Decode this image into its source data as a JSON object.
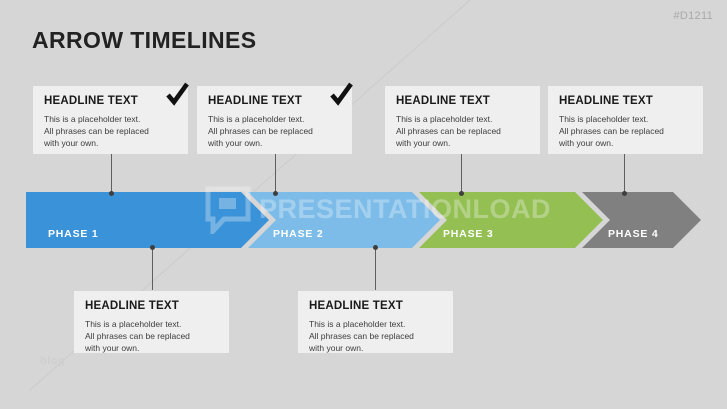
{
  "slide": {
    "title": "ARROW TIMELINES",
    "slide_id": "#D1211",
    "corner_mark": "blog",
    "background_color": "#d6d6d6"
  },
  "watermark": {
    "text": "PRESENTATIONLOAD",
    "logo_icon": "speech-bubble-icon"
  },
  "phases": [
    {
      "label": "PHASE 1",
      "color": "#3a92d8"
    },
    {
      "label": "PHASE 2",
      "color": "#7dbce8"
    },
    {
      "label": "PHASE 3",
      "color": "#93bf53"
    },
    {
      "label": "PHASE 4",
      "color": "#808080"
    }
  ],
  "top_callouts": [
    {
      "headline": "HEADLINE TEXT",
      "body": "This is a placeholder text.\nAll phrases can be replaced\nwith your own.",
      "check_icon": "check-icon",
      "has_check": true
    },
    {
      "headline": "HEADLINE TEXT",
      "body": "This is a placeholder text.\nAll phrases can be replaced\nwith your own.",
      "check_icon": "check-icon",
      "has_check": true
    },
    {
      "headline": "HEADLINE TEXT",
      "body": "This is a placeholder text.\nAll phrases can be replaced\nwith your own.",
      "has_check": false
    },
    {
      "headline": "HEADLINE TEXT",
      "body": "This is placeholder text.\nAll phrases can be replaced\nwith your own.",
      "has_check": false
    }
  ],
  "bottom_callouts": [
    {
      "headline": "HEADLINE TEXT",
      "body": "This is a placeholder text.\nAll phrases can be replaced\nwith your own."
    },
    {
      "headline": "HEADLINE TEXT",
      "body": "This is a placeholder text.\nAll phrases can be replaced\nwith your own."
    }
  ]
}
